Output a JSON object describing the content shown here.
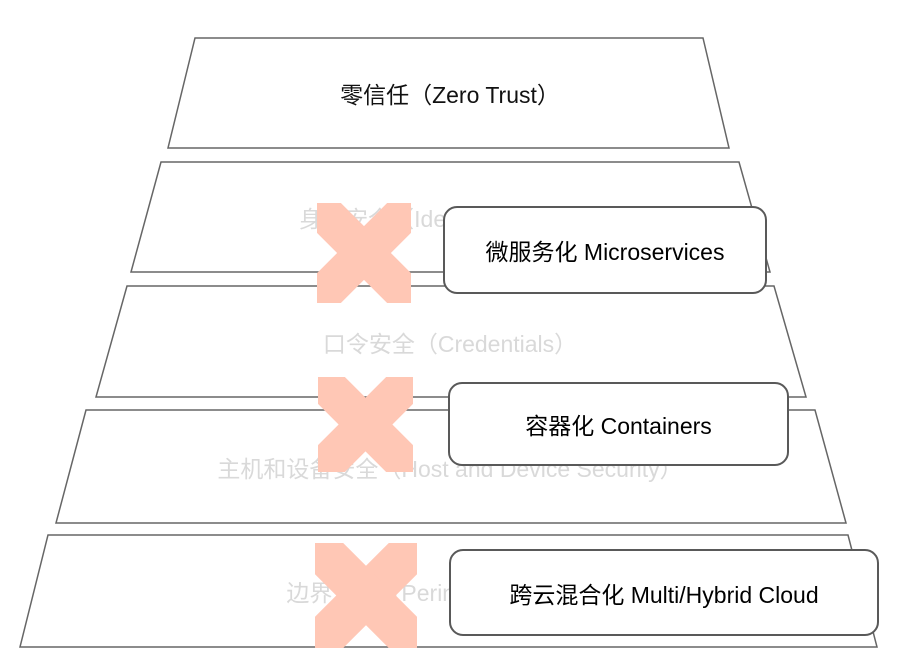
{
  "diagram": {
    "title": "security-model-pyramid",
    "layers": [
      {
        "label": "零信任（Zero Trust）",
        "state": "active"
      },
      {
        "label": "身份安全（Identity Security）",
        "state": "crossed-out"
      },
      {
        "label": "口令安全（Credentials）",
        "state": "crossed-out"
      },
      {
        "label": "主机和设备安全（Host and Device Security）",
        "state": "crossed-out"
      },
      {
        "label": "边界安全（Perimeter Security）",
        "state": "crossed-out"
      }
    ],
    "callouts": [
      {
        "label": "微服务化 Microservices"
      },
      {
        "label": "容器化 Containers"
      },
      {
        "label": "跨云混合化 Multi/Hybrid Cloud"
      }
    ],
    "colors": {
      "cross": "#FFC7B5",
      "inactive_text": "#D9D9D9",
      "active_text": "#111111",
      "shape_stroke": "#666666",
      "callout_stroke": "#595959",
      "background": "#FFFFFF"
    }
  }
}
